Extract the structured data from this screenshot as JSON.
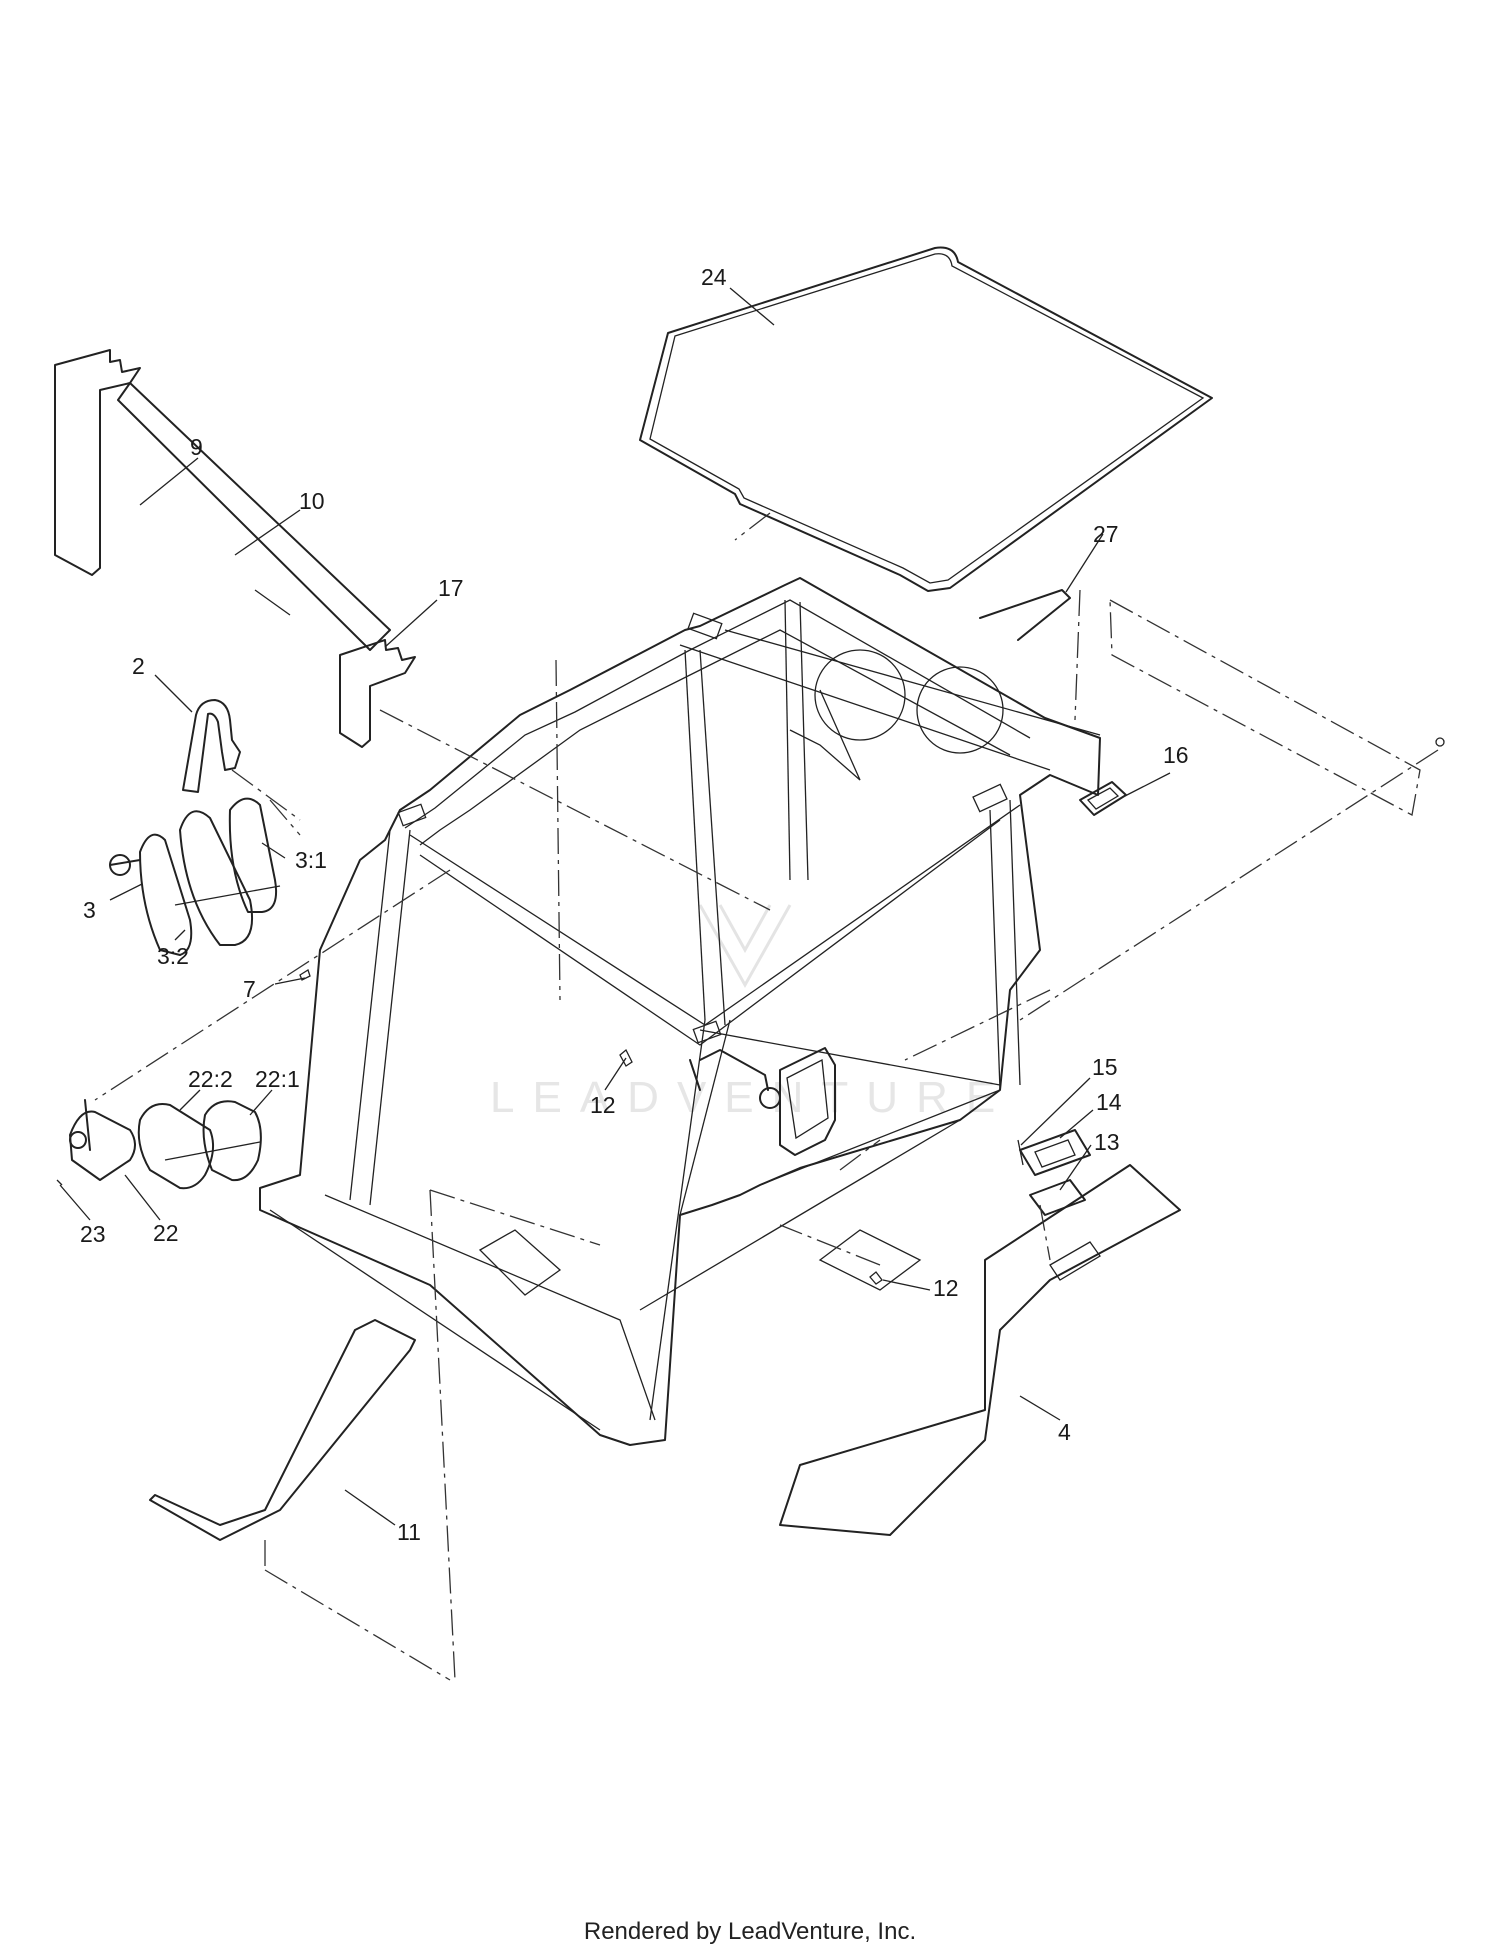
{
  "diagram": {
    "callouts": [
      {
        "id": "c24",
        "text": "24"
      },
      {
        "id": "c9",
        "text": "9"
      },
      {
        "id": "c10",
        "text": "10"
      },
      {
        "id": "c17",
        "text": "17"
      },
      {
        "id": "c27",
        "text": "27"
      },
      {
        "id": "c2",
        "text": "2"
      },
      {
        "id": "c16",
        "text": "16"
      },
      {
        "id": "c3_1",
        "text": "3:1"
      },
      {
        "id": "c3",
        "text": "3"
      },
      {
        "id": "c7",
        "text": "7"
      },
      {
        "id": "c3_2",
        "text": "3:2"
      },
      {
        "id": "c22_1",
        "text": "22:1"
      },
      {
        "id": "c22_2",
        "text": "22:2"
      },
      {
        "id": "c15",
        "text": "15"
      },
      {
        "id": "c14",
        "text": "14"
      },
      {
        "id": "c12a",
        "text": "12"
      },
      {
        "id": "c13",
        "text": "13"
      },
      {
        "id": "c23",
        "text": "23"
      },
      {
        "id": "c22",
        "text": "22"
      },
      {
        "id": "c12b",
        "text": "12"
      },
      {
        "id": "c4",
        "text": "4"
      },
      {
        "id": "c11",
        "text": "11"
      }
    ],
    "watermark": "LEADVENTURE"
  },
  "footer": {
    "text": "Rendered by LeadVenture, Inc."
  }
}
